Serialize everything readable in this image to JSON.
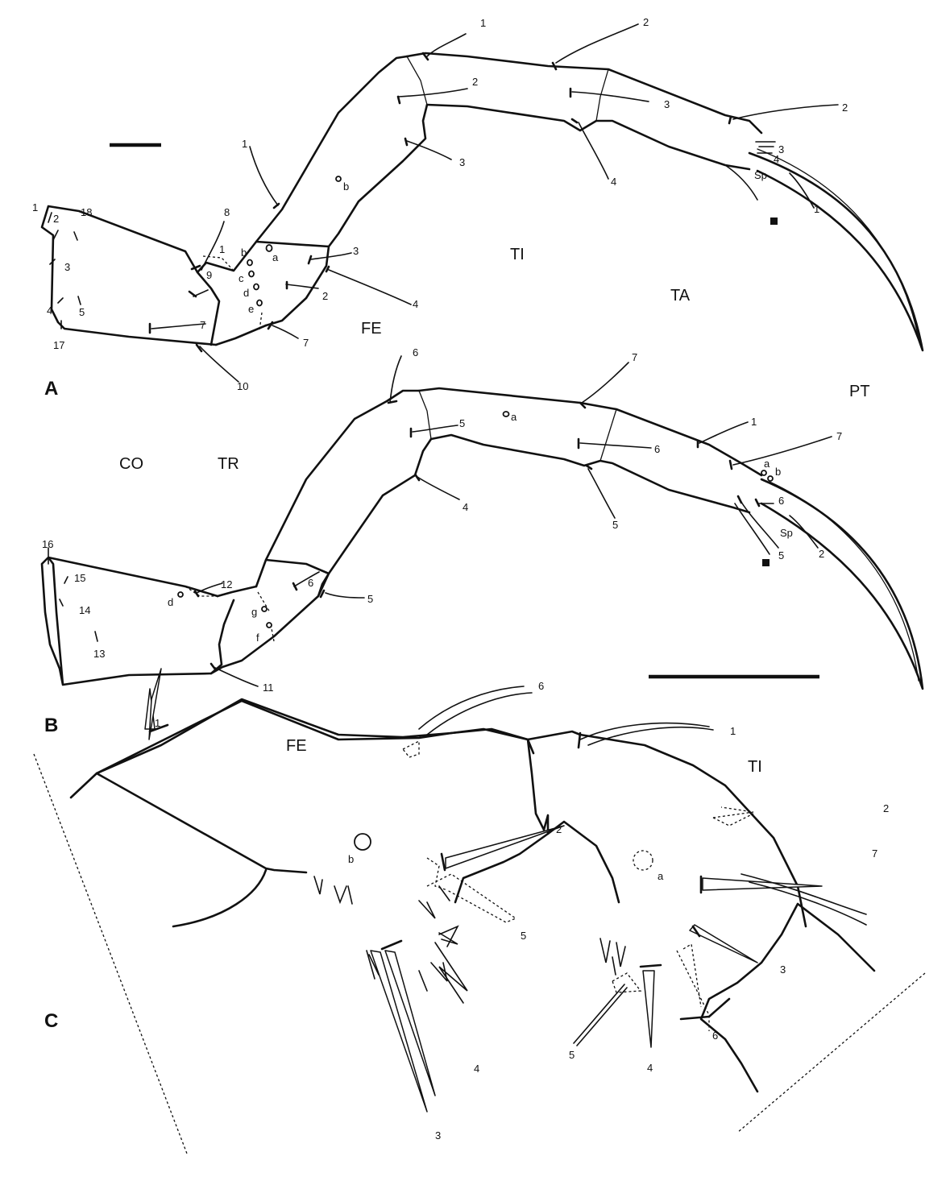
{
  "panels": {
    "a": "A",
    "b": "B",
    "c": "C"
  },
  "segments": {
    "co": "CO",
    "tr": "TR",
    "fe_top": "FE",
    "ti_top": "TI",
    "ta": "TA",
    "pt": "PT",
    "fe_c": "FE",
    "ti_c": "TI"
  },
  "labels_a": {
    "cx_1": "1",
    "cx_2": "2",
    "cx_3": "3",
    "cx_4": "4",
    "cx_5": "5",
    "cx_17": "17",
    "cx_18": "18",
    "tr_7": "7",
    "tr_8": "8",
    "tr_9": "9",
    "tr_10": "10",
    "fe_1": "1",
    "fe_b": "b",
    "fe_c": "c",
    "fe_d": "d",
    "fe_e": "e",
    "fe_a": "a",
    "fe_3": "3",
    "fe_2": "2",
    "fe_4": "4",
    "fe_7": "7",
    "ti_1": "1",
    "ti_2": "2",
    "ti_3": "3",
    "ti_b": "b",
    "ta_2": "2",
    "ta_3": "3",
    "ta_4": "4",
    "pt_2": "2",
    "pt_3": "3",
    "pt_4": "4",
    "pt_sp": "Sp",
    "pt_1": "1"
  },
  "labels_b": {
    "cx_16": "16",
    "cx_15": "15",
    "cx_14": "14",
    "cx_13": "13",
    "tr_d": "d",
    "tr_12": "12",
    "tr_11": "11",
    "fe_g": "g",
    "fe_f": "f",
    "fe_6": "6",
    "fe_5": "5",
    "ti_6": "6",
    "ti_5": "5",
    "ti_4": "4",
    "ti_a": "a",
    "ta_7": "7",
    "ta_6": "6",
    "ta_5": "5",
    "pt_1": "1",
    "pt_7": "7",
    "pt_a": "a",
    "pt_b": "b",
    "pt_6": "6",
    "pt_sp": "Sp",
    "pt_5": "5",
    "pt_2": "2"
  },
  "labels_c": {
    "fe_1": "1",
    "fe_6": "6",
    "fe_2": "2",
    "fe_5": "5",
    "fe_b": "b",
    "fe_4": "4",
    "fe_3": "3",
    "ti_1": "1",
    "ti_2": "2",
    "ti_7": "7",
    "ti_a": "a",
    "ti_3": "3",
    "ti_6": "6",
    "ti_5": "5",
    "ti_4": "4"
  }
}
